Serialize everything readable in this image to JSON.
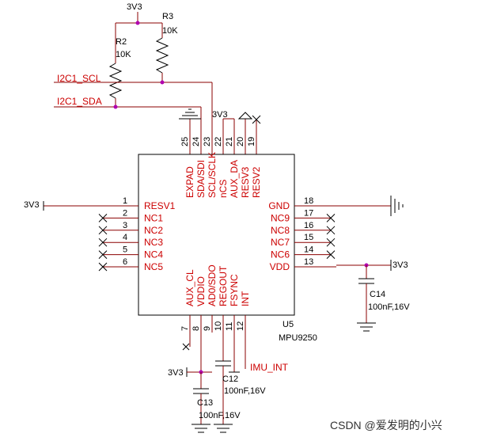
{
  "chip": {
    "ref": "U5",
    "part": "MPU9250"
  },
  "supply": "3V3",
  "resistors": [
    {
      "ref": "R2",
      "value": "10K"
    },
    {
      "ref": "R3",
      "value": "10K"
    }
  ],
  "nets": {
    "scl": "I2C1_SCL",
    "sda": "I2C1_SDA",
    "int": "IMU_INT"
  },
  "caps": {
    "c12": {
      "ref": "C12",
      "value": "100nF,16V"
    },
    "c13": {
      "ref": "C13",
      "value": "100nF,16V"
    },
    "c14": {
      "ref": "C14",
      "value": "100nF,16V"
    }
  },
  "left_pins": [
    {
      "num": "1",
      "name": "RESV1"
    },
    {
      "num": "2",
      "name": "NC1"
    },
    {
      "num": "3",
      "name": "NC2"
    },
    {
      "num": "4",
      "name": "NC3"
    },
    {
      "num": "5",
      "name": "NC4"
    },
    {
      "num": "6",
      "name": "NC5"
    }
  ],
  "right_pins": [
    {
      "num": "18",
      "name": "GND"
    },
    {
      "num": "17",
      "name": "NC9"
    },
    {
      "num": "16",
      "name": "NC8"
    },
    {
      "num": "15",
      "name": "NC7"
    },
    {
      "num": "14",
      "name": "NC6"
    },
    {
      "num": "13",
      "name": "VDD"
    }
  ],
  "top_pins": [
    {
      "num": "25",
      "name": "EXPAD"
    },
    {
      "num": "24",
      "name": "SDA/SDI"
    },
    {
      "num": "23",
      "name": "SCL/SCLK"
    },
    {
      "num": "22",
      "name": "nCS"
    },
    {
      "num": "21",
      "name": "AUX_DA"
    },
    {
      "num": "20",
      "name": "RESV3"
    },
    {
      "num": "19",
      "name": "RESV2"
    }
  ],
  "bottom_pins": [
    {
      "num": "7",
      "name": "AUX_CL"
    },
    {
      "num": "8",
      "name": "VDDIO"
    },
    {
      "num": "9",
      "name": "AD0/SDO"
    },
    {
      "num": "10",
      "name": "REGOUT"
    },
    {
      "num": "11",
      "name": "FSYNC"
    },
    {
      "num": "12",
      "name": "INT"
    }
  ],
  "watermark": "CSDN @爱发明的小兴",
  "colors": {
    "wire": "#8b0000",
    "label": "#cc0000",
    "junction": "#b000b0"
  }
}
